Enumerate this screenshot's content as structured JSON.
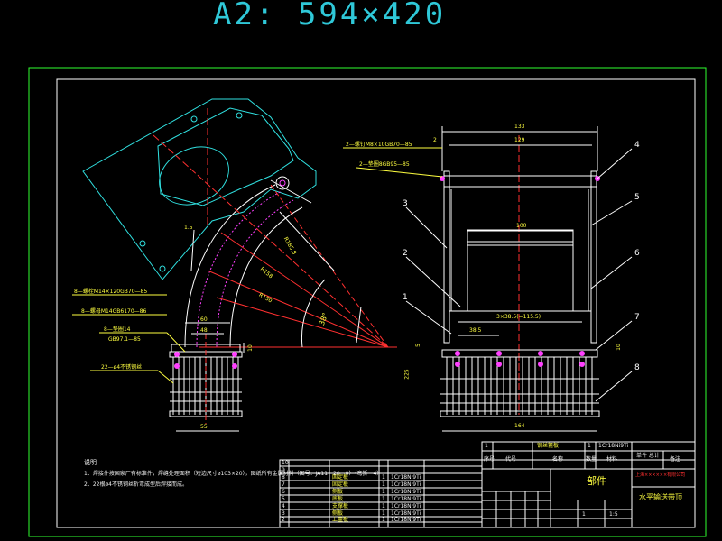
{
  "title": "A2: 594×420",
  "left_view": {
    "dims": {
      "r185": "R185.8",
      "r158": "R158",
      "r150": "R150",
      "ang": "38°",
      "d15": "1.5",
      "w60": "60",
      "w48": "48",
      "h10": "10",
      "w55": "55"
    },
    "callouts": [
      "8—螺栓M14×120GB70—85",
      "8—螺母M14GB6170—86",
      "8—垫圈14",
      "GB97.1—85",
      "22—ø4不锈钢丝"
    ]
  },
  "right_view": {
    "dims": {
      "d133": "133",
      "d129": "129",
      "d2": "2",
      "d100": "100",
      "d38": "38.5",
      "d3x": "3×38.5(=115.5)",
      "d164": "164",
      "d10": "10",
      "d225": "225",
      "d5": "5"
    },
    "callouts": [
      "2—螺钉M8×10GB70—85",
      "2—垫圈8GB95—85"
    ],
    "balloons": [
      "1",
      "2",
      "3",
      "4",
      "5",
      "6",
      "7",
      "8"
    ]
  },
  "notes": {
    "heading": "说明",
    "lines": [
      "1、焊接件按国家厂有标准件，焊缝处理面积（短边尺寸ø103×20），图纸所有金属材料（图号：JA11—20—0）（弯折—4）",
      "2、22根ø4不锈钢丝折弯成型后焊接而成。"
    ]
  },
  "bom": {
    "rows": [
      {
        "no": "10",
        "name": "",
        "qty": "",
        "mat": ""
      },
      {
        "no": "9",
        "name": "",
        "qty": "",
        "mat": ""
      },
      {
        "no": "8",
        "name": "固定板",
        "qty": "1",
        "mat": "1Cr18Ni9Ti"
      },
      {
        "no": "7",
        "name": "固定板",
        "qty": "1",
        "mat": "1Cr18Ni9Ti"
      },
      {
        "no": "6",
        "name": "侧板",
        "qty": "1",
        "mat": "1Cr18Ni9Ti"
      },
      {
        "no": "5",
        "name": "底板",
        "qty": "1",
        "mat": "1Cr18Ni9Ti"
      },
      {
        "no": "4",
        "name": "支撑板",
        "qty": "1",
        "mat": "1Cr18Ni9Ti"
      },
      {
        "no": "3",
        "name": "侧板",
        "qty": "1",
        "mat": "1Cr18Ni9Ti"
      },
      {
        "no": "2",
        "name": "上盖板",
        "qty": "1",
        "mat": "1Cr18Ni9Ti"
      }
    ],
    "row1": {
      "no": "1",
      "name": "钢丝篦板",
      "qty": "1",
      "mat": "1Cr18Ni9Ti"
    },
    "header": {
      "no": "序号",
      "code": "代号",
      "name": "名称",
      "qty": "数量",
      "mat": "材料",
      "weight": "单件 总计",
      "remark": "备注"
    },
    "title_block": {
      "part": "部件",
      "company": "上海××××××有限公司",
      "drawing_title": "水平输送带顶",
      "scale": "1:5",
      "sheet": "1"
    }
  }
}
